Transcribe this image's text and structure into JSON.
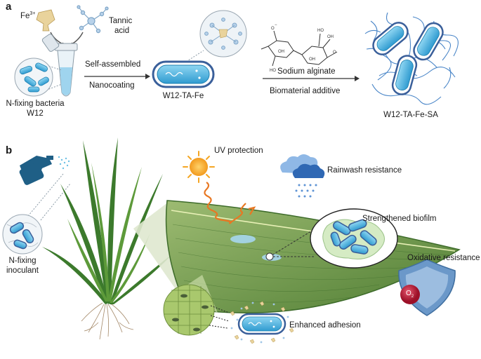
{
  "panel_a": {
    "label": "a",
    "fe_label": "Fe",
    "fe_charge": "3+",
    "tannic_line1": "Tannic",
    "tannic_line2": "acid",
    "bacteria_line1": "N-fixing bacteria",
    "bacteria_line2": "W12",
    "arrow1_top": "Self-assembled",
    "arrow1_bottom": "Nanocoating",
    "coated_label": "W12-TA-Fe",
    "arrow2_top": "Sodium alginate",
    "arrow2_bottom": "Biomaterial additive",
    "final_label": "W12-TA-Fe-SA"
  },
  "panel_b": {
    "label": "b",
    "uv": "UV protection",
    "rainwash": "Rainwash resistance",
    "biofilm": "Strengthened biofilm",
    "oxidative": "Oxidative resistance",
    "o2_symbol": "O",
    "o2_sub": "2",
    "adhesion": "Enhanced adhesion",
    "inoculant_line1": "N-fixing",
    "inoculant_line2": "inoculant"
  },
  "colors": {
    "bacteria_fill": "#4fb6e0",
    "bacteria_dark": "#1d7fb0",
    "coating_ring": "#3a5f9a",
    "fe_tan": "#e8d29b",
    "leaf_green": "#7da35a",
    "leaf_dark": "#3d6b2a",
    "sun": "#f5a623",
    "uv_wave": "#e87722",
    "cloud": "#2f68b4",
    "shield": "#6b98c9",
    "o2_red": "#c0203c",
    "spray_bottle": "#1f5f86"
  }
}
